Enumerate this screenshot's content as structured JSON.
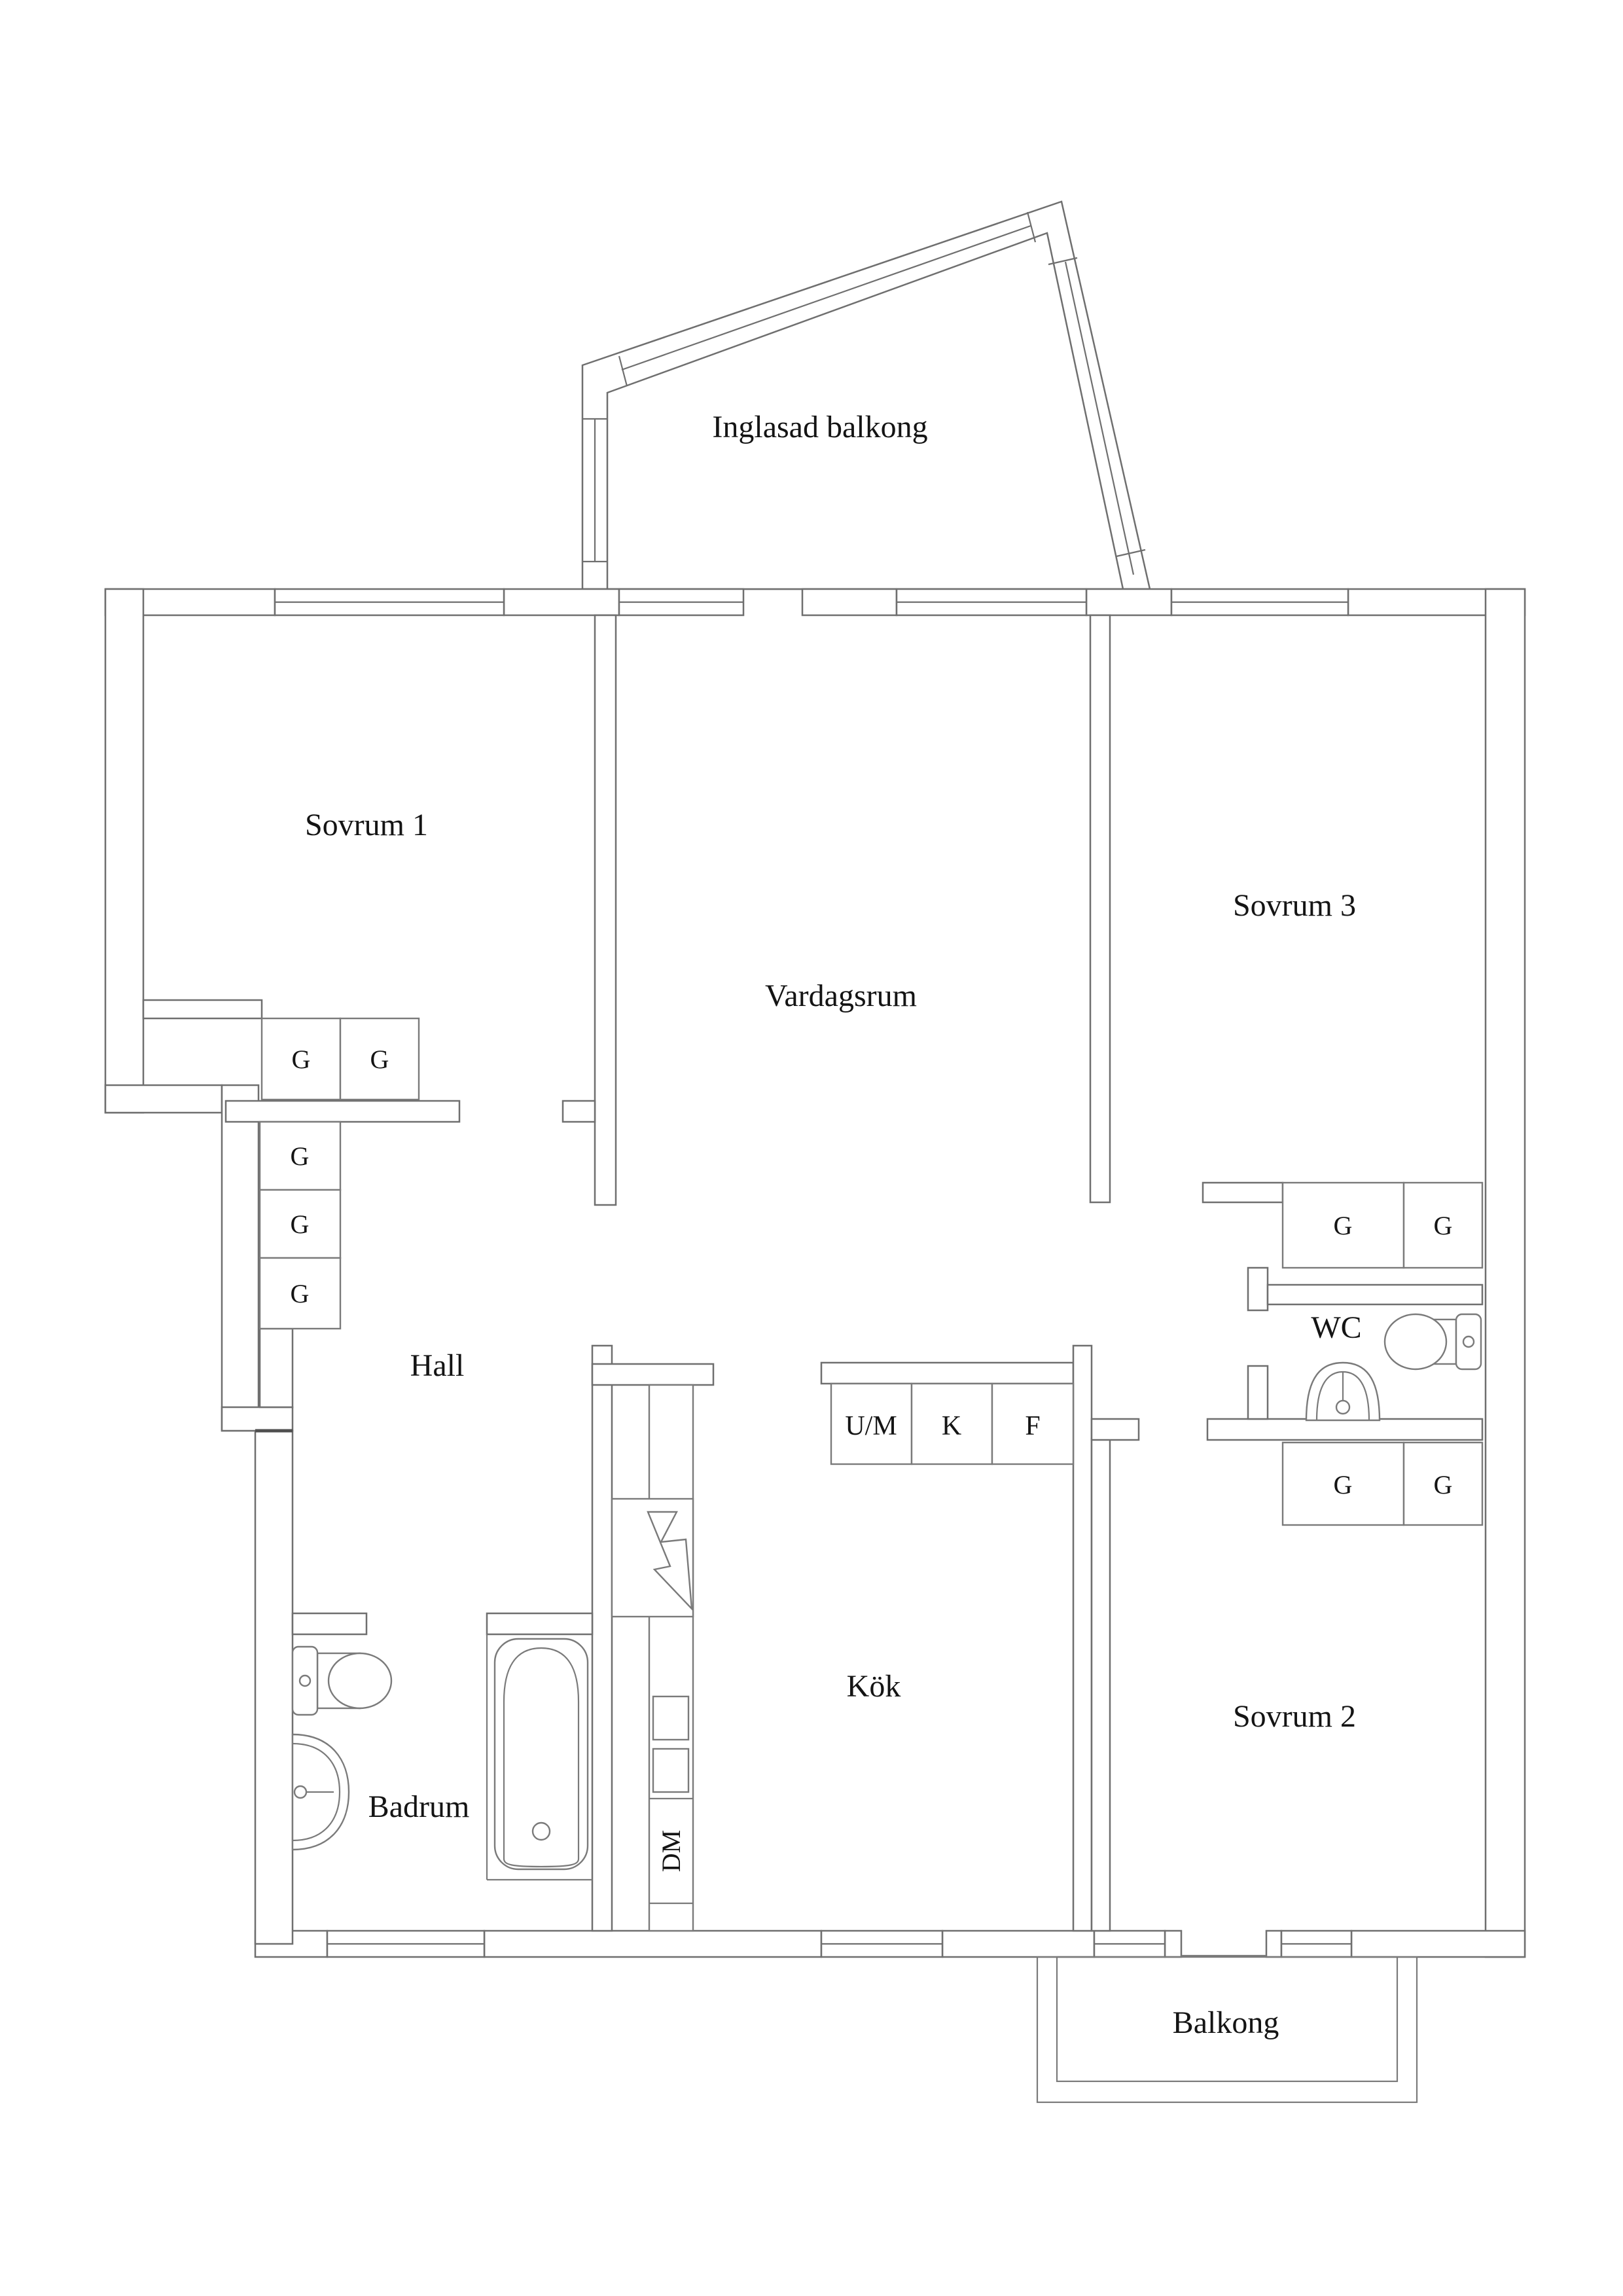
{
  "document": {
    "type": "apartment floor plan drawing"
  },
  "colors": {
    "wall_stroke": "#6f6f6f",
    "text": "#141414",
    "background": "#ffffff"
  },
  "rooms": {
    "inglasad_balkong": "Inglasad balkong",
    "sovrum1": "Sovrum 1",
    "vardagsrum": "Vardagsrum",
    "sovrum3": "Sovrum 3",
    "hall": "Hall",
    "wc": "WC",
    "badrum": "Badrum",
    "kok": "Kök",
    "sovrum2": "Sovrum 2",
    "balkong": "Balkong"
  },
  "markers": {
    "garderob": "G",
    "um": "U/M",
    "kyl": "K",
    "frys": "F",
    "dm": "DM"
  },
  "fixtures": [
    "toilet-icon",
    "sink-icon",
    "bathtub-icon",
    "kitchen-sink-icon",
    "electrical-flash-icon",
    "window-symbol",
    "wardrobe-box"
  ]
}
